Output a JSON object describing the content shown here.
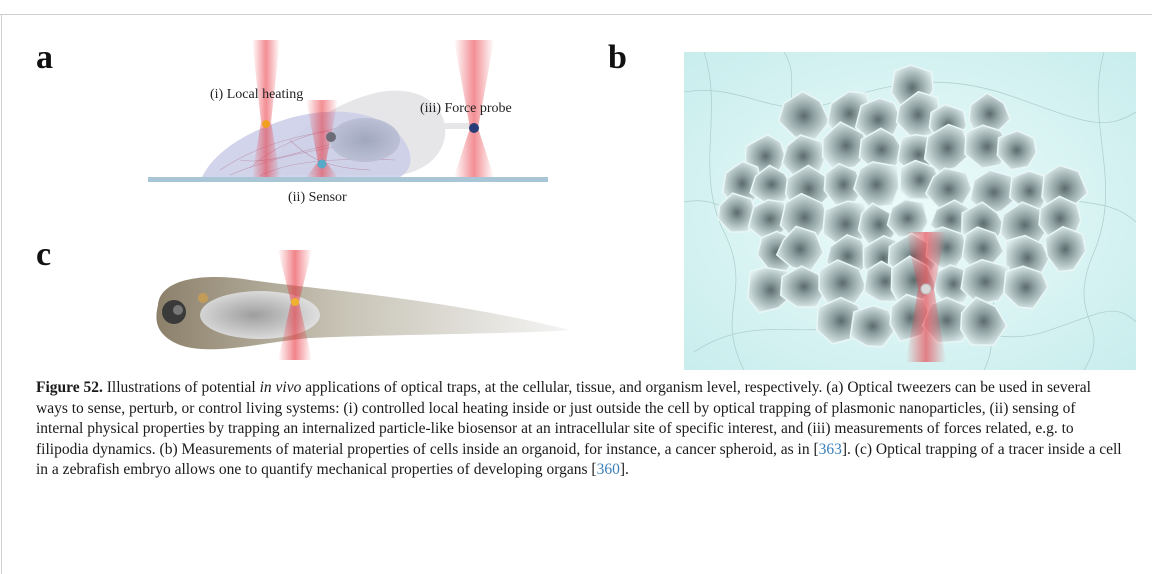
{
  "panels": {
    "a": {
      "letter": "a",
      "labels": {
        "local_heating": "(i) Local heating",
        "force_probe": "(iii) Force probe",
        "sensor": "(ii) Sensor"
      }
    },
    "b": {
      "letter": "b"
    },
    "c": {
      "letter": "c"
    }
  },
  "caption": {
    "figure_label": "Figure 52.",
    "seg1": " Illustrations of potential ",
    "italic": "in vivo",
    "seg2": " applications of optical traps, at the cellular, tissue, and organism level, respectively. (a) Optical tweezers can be used in several ways to sense, perturb, or control living systems: (i) controlled local heating inside or just outside the cell by optical trapping of plasmonic nanoparticles, (ii) sensing of internal physical properties by trapping an internalized particle-like biosensor at an intracellular site of specific interest, and (iii) measurements of forces related, e.g. to filipodia dynamics. (b) Measurements of material properties of cells inside an organoid, for instance, a cancer spheroid, as in [",
    "ref1": "363",
    "seg3": "]. (c) Optical trapping of a tracer inside a cell in a zebrafish embryo allows one to quantify mechanical properties of developing organs [",
    "ref2": "360",
    "seg4": "]."
  },
  "colors": {
    "beam": "#e8323c",
    "substrate": "#a9c6d6",
    "cell_body": "#c9cde8",
    "tissue_bg": "#d6f3f2",
    "spheroid_cell": "#8d9d9f",
    "link": "#3a7fb8"
  }
}
